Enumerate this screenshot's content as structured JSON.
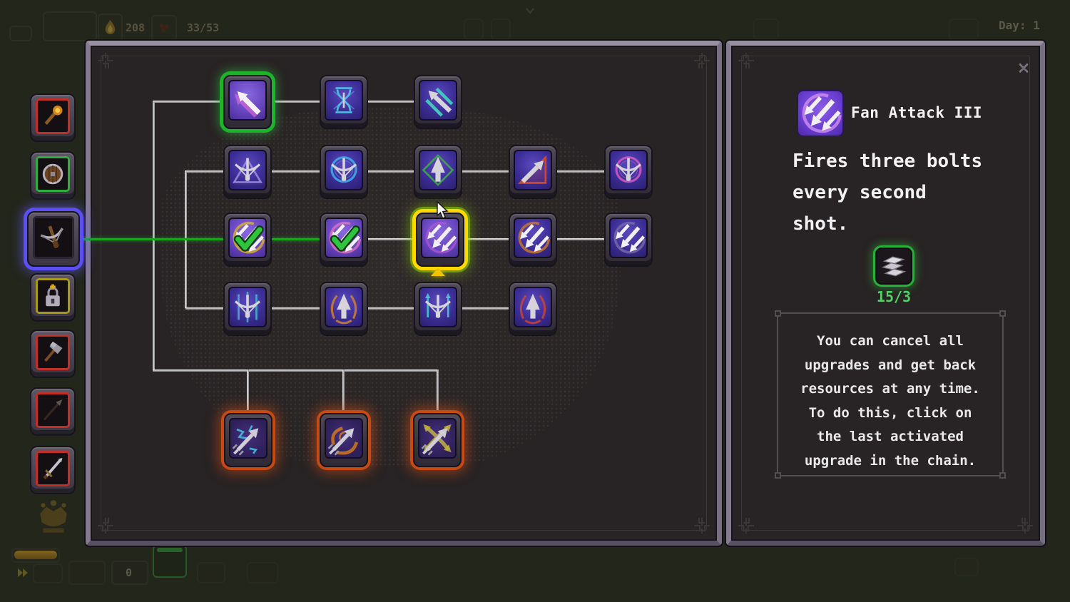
{
  "hud": {
    "top": {
      "gold": "208",
      "population": "33/53",
      "day": "Day: 1",
      "gold_icon": "flame-icon",
      "population_icon": "berries-icon"
    },
    "bottom": {
      "counter": "0"
    }
  },
  "sidebar": {
    "items": [
      {
        "id": "torch",
        "glyph": "torch",
        "border": "#c03028",
        "selected": false
      },
      {
        "id": "shield",
        "glyph": "shield",
        "border": "#2fae3e",
        "selected": false
      },
      {
        "id": "crossbow",
        "glyph": "crossbow-item",
        "border": "#2a2434",
        "selected": true
      },
      {
        "id": "lock",
        "glyph": "lock",
        "border": "#a8981c",
        "selected": false
      },
      {
        "id": "hammer",
        "glyph": "hammer",
        "border": "#c03028",
        "selected": false
      },
      {
        "id": "spear",
        "glyph": "spear",
        "border": "#c03028",
        "selected": false
      },
      {
        "id": "sword",
        "glyph": "sword",
        "border": "#c03028",
        "selected": false
      }
    ]
  },
  "skill_tree": {
    "cells": [
      {
        "row": 1,
        "col": 1,
        "glyph": "arrow",
        "accent": "#e86ae0",
        "state": "active"
      },
      {
        "row": 1,
        "col": 2,
        "glyph": "hourglass",
        "accent": "#52b8e2",
        "state": "normal"
      },
      {
        "row": 1,
        "col": 3,
        "glyph": "arrow-speed",
        "accent": "#45c4bc",
        "state": "normal"
      },
      {
        "row": 2,
        "col": 1,
        "glyph": "crossbow-tri",
        "accent": "#a894e4",
        "state": "normal"
      },
      {
        "row": 2,
        "col": 2,
        "glyph": "crossbow-ring",
        "accent": "#3fa8e8",
        "state": "normal"
      },
      {
        "row": 2,
        "col": 3,
        "glyph": "head-diamond",
        "accent": "#3fae3f",
        "state": "normal"
      },
      {
        "row": 2,
        "col": 4,
        "glyph": "arrow-tri",
        "accent": "#d04828",
        "state": "normal"
      },
      {
        "row": 2,
        "col": 5,
        "glyph": "crossbow-ring",
        "accent": "#cc58c0",
        "state": "normal"
      },
      {
        "row": 3,
        "col": 1,
        "glyph": "fan",
        "accent": "#d8b428",
        "state": "done"
      },
      {
        "row": 3,
        "col": 2,
        "glyph": "fan",
        "accent": "#e070c0",
        "state": "done"
      },
      {
        "row": 3,
        "col": 3,
        "glyph": "fan",
        "accent": "#a855d0",
        "state": "selected"
      },
      {
        "row": 3,
        "col": 4,
        "glyph": "fan",
        "accent": "#d07828",
        "state": "normal"
      },
      {
        "row": 3,
        "col": 5,
        "glyph": "fan",
        "accent": "#7a6aa8",
        "state": "normal"
      },
      {
        "row": 4,
        "col": 1,
        "glyph": "crossbow-lines",
        "accent": "#48c4d4",
        "state": "normal"
      },
      {
        "row": 4,
        "col": 2,
        "glyph": "head-flame",
        "accent": "#d08030",
        "state": "normal"
      },
      {
        "row": 4,
        "col": 3,
        "glyph": "crossbow-bolts",
        "accent": "#50c4d4",
        "state": "normal"
      },
      {
        "row": 4,
        "col": 4,
        "glyph": "head-flame",
        "accent": "#c84434",
        "state": "normal"
      },
      {
        "row": 5,
        "col": 1,
        "glyph": "bolt-lightning",
        "accent": "#48b8e0",
        "state": "special"
      },
      {
        "row": 5,
        "col": 2,
        "glyph": "bolt-fire",
        "accent": "#d07820",
        "state": "special"
      },
      {
        "row": 5,
        "col": 3,
        "glyph": "bolt-cross",
        "accent": "#c0b040",
        "state": "special"
      }
    ]
  },
  "detail": {
    "close_glyph": "✕",
    "title": "Fan Attack III",
    "icon": "fan-attack-icon",
    "description_lines": [
      "Fires three bolts",
      "every second",
      "shot."
    ],
    "cost_icon": "iron-ingots-icon",
    "cost": "15/3",
    "cost_color": "#54d066",
    "info_lines": [
      "You can cancel all",
      "upgrades and get back",
      "resources at any time.",
      "To do this, click on",
      "the last activated",
      "upgrade in the chain."
    ]
  },
  "colors": {
    "path_active_green": "#1aa521",
    "selection_yellow": "#ffd900",
    "unlocked_glow_green": "#1db32a",
    "special_glow_orange": "#c64a12",
    "sidebar_selected_blue": "#5b4ef2",
    "check_green": "#2ec43e"
  }
}
